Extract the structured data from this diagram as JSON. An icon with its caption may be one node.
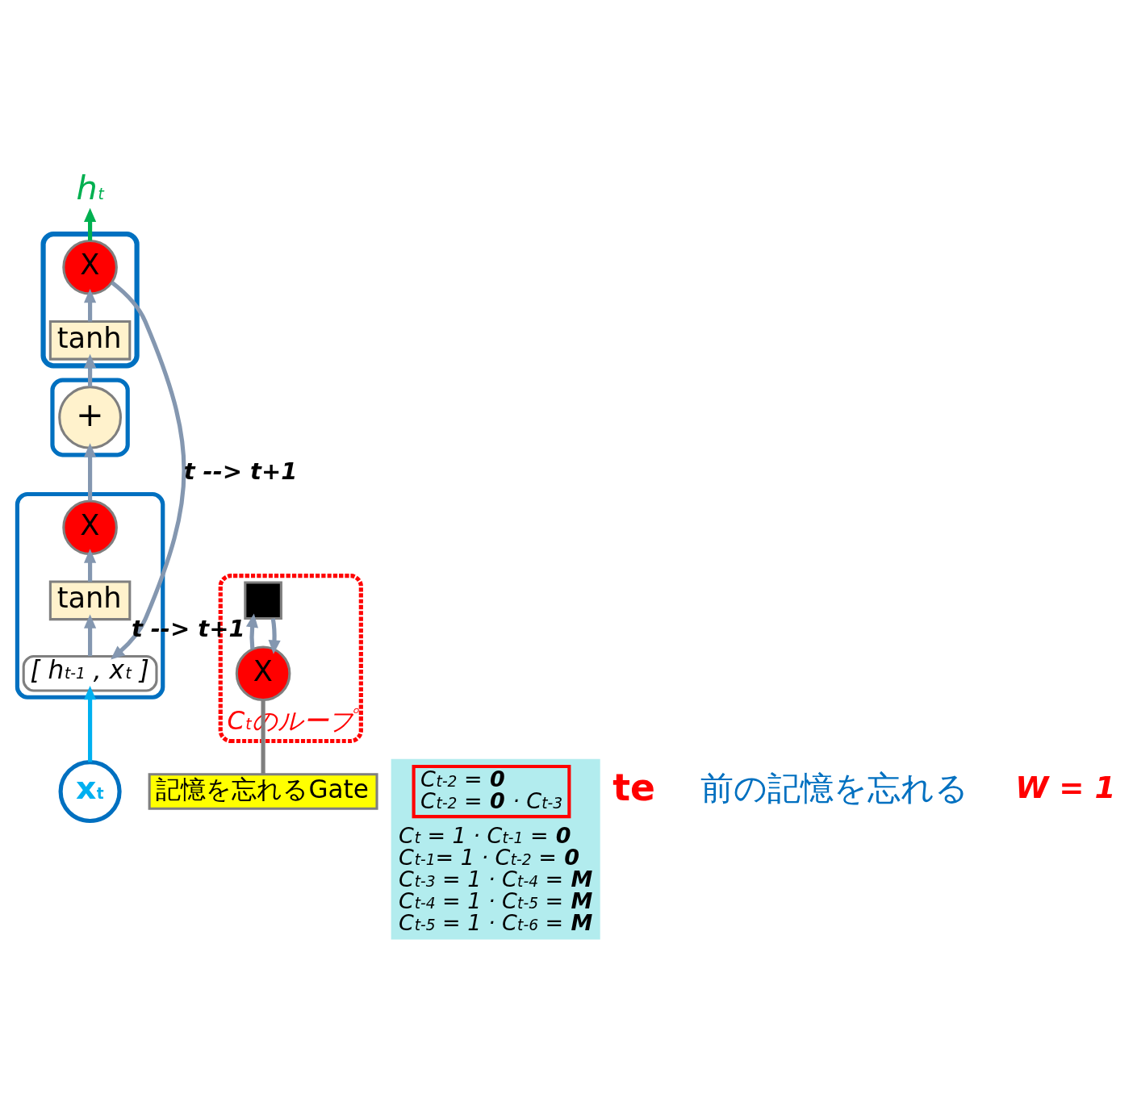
{
  "diagram": {
    "nodes": [
      {
        "text": [
          "h$_{t}$"
        ]
      },
      {
        "text": [],
        "shape": "box"
      },
      {
        "text": [
          "X"
        ],
        "in": 1
      },
      {
        "text": [
          "tanh"
        ],
        "in": 1
      },
      {
        "text": [],
        "shape": "box"
      },
      {
        "text": [
          "+"
        ],
        "in": 4
      },
      {
        "text": [],
        "shape": "box"
      },
      {
        "text": [
          "X"
        ],
        "in": 6
      },
      {
        "text": [
          "tanh"
        ],
        "in": 6
      },
      {
        "text": [
          "[ h$_{t-1}$ , x$_{t}$ ]"
        ],
        "in": 6
      },
      {
        "text": [
          "x$_{t}$"
        ]
      },
      {
        "text": [
          "C$_{t}$のループ"
        ]
      },
      {
        "text": [
          "X"
        ],
        "in": 11
      },
      {
        "text": [],
        "shape": "box",
        "in": 11,
        "beside": [
          "t --> t+1"
        ]
      },
      {
        "text": [
          "記憶を忘れるGate"
        ]
      },
      {
        "text": [
          "C$_{t}$ = 1 · C$_{t-1}$ = **0**",
          "C$_{t-1}$= 1 · C$_{t-2}$ = **0**",
          "C$_{t-3}$ = 1 · C$_{t-4}$ = **M**",
          "C$_{t-4}$ = 1 · C$_{t-5}$ = **M**",
          "C$_{t-5}$ = 1 · C$_{t-6}$ = **M**"
        ]
      },
      {
        "text": [
          "C$_{t-2}$ = **0**",
          "C$_{t-2}$ = **0** · C$_{t-3}$"
        ],
        "in": 15
      }
    ],
    "edges": [
      {
        "from": 10,
        "to": 9,
        "arrow": "to",
        "color": "#00b0f0"
      },
      {
        "from": 9,
        "to": 8,
        "arrow": "to"
      },
      {
        "from": 8,
        "to": 7,
        "arrow": "to"
      },
      {
        "from": 7,
        "to": 5,
        "arrow": "to"
      },
      {
        "from": 5,
        "to": 3,
        "arrow": "to"
      },
      {
        "from": 3,
        "to": 2,
        "arrow": "to"
      },
      {
        "from": 2,
        "to": 0,
        "arrow": "to",
        "color": "#00b050"
      },
      {
        "from": 2,
        "to": 9,
        "arrow": "to",
        "label": "t --> t+1"
      },
      {
        "from": 12,
        "to": 13,
        "arrow": "to"
      },
      {
        "from": 13,
        "to": 12,
        "arrow": "to"
      },
      {
        "from": 14,
        "to": 12,
        "arrow": "none",
        "color": "#7f7f7f"
      }
    ],
    "labels": [
      "te",
      "前の記憶を忘れる",
      "W = 1"
    ]
  }
}
